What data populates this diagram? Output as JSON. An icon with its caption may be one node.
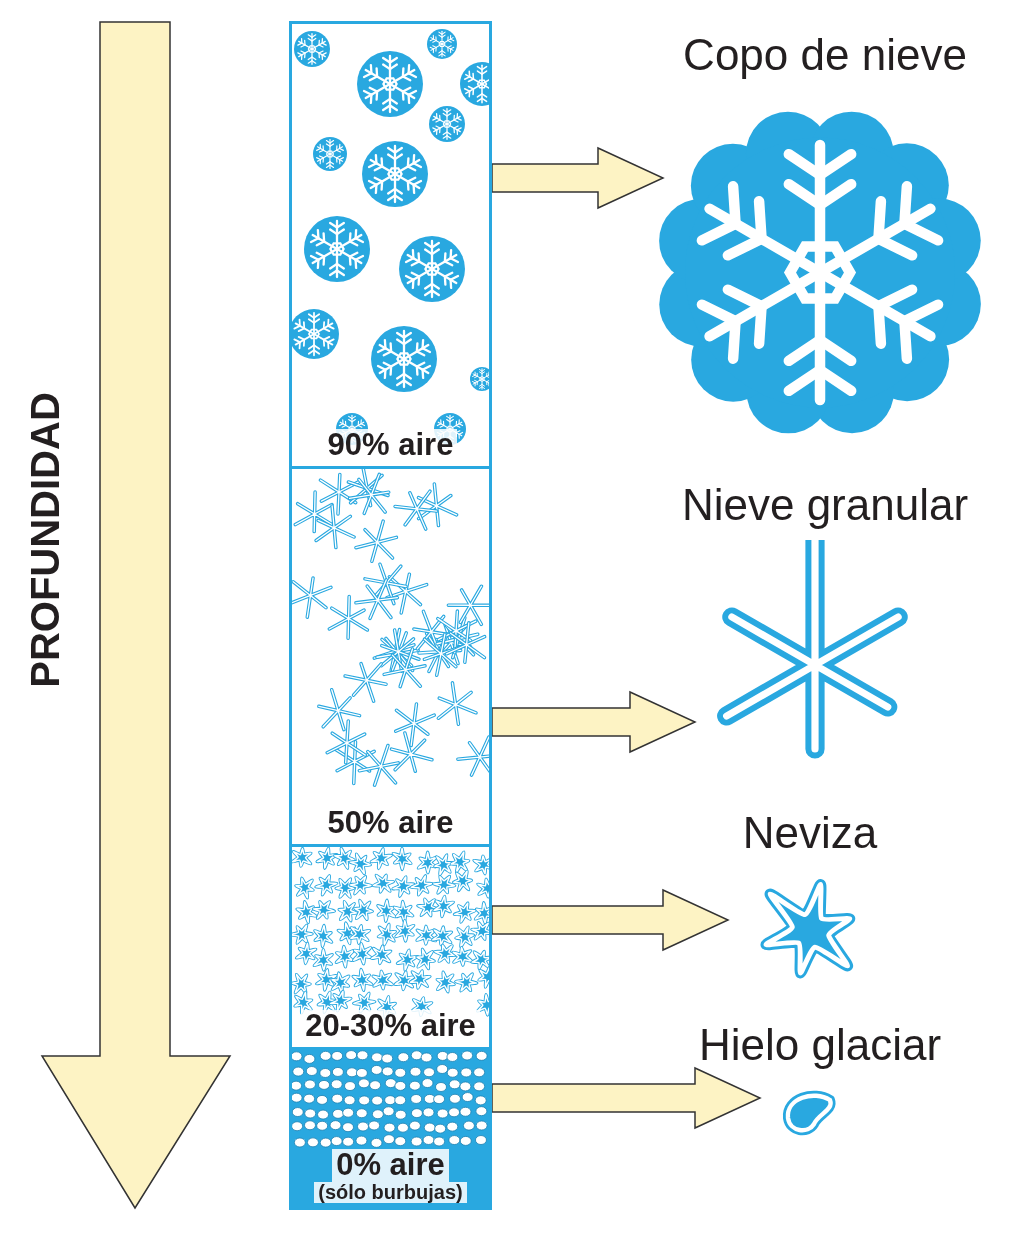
{
  "diagram": {
    "nodes": [
      {
        "text": [
          "90% aire"
        ]
      },
      {
        "text": [
          "50% aire"
        ]
      },
      {
        "text": [
          "20-30% aire"
        ]
      },
      {
        "text": [
          "0% aire",
          "(sólo burbujas)"
        ]
      },
      {
        "text": [
          "Copo de nieve"
        ]
      },
      {
        "text": [
          "Nieve granular"
        ]
      },
      {
        "text": [
          "Neviza"
        ]
      },
      {
        "text": [
          "Hielo glaciar"
        ]
      }
    ],
    "edges": [
      {
        "from": 0,
        "to": 4,
        "arrow": "to"
      },
      {
        "from": 1,
        "to": 5,
        "arrow": "to"
      },
      {
        "from": 2,
        "to": 6,
        "arrow": "to"
      },
      {
        "from": 3,
        "to": 7,
        "arrow": "to"
      }
    ],
    "labels": [
      "PROFUNDIDAD"
    ]
  }
}
